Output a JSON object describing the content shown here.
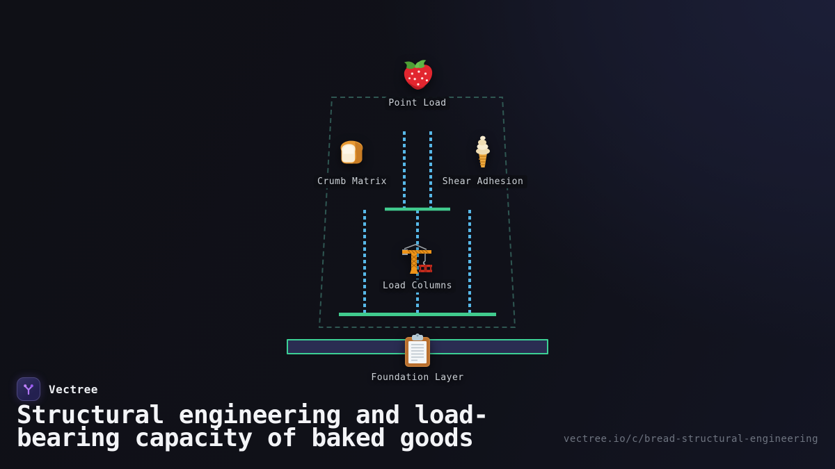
{
  "theme": {
    "background_dark": "#0f1016",
    "background_glow": "#1c1f38",
    "outline_teal": "#2f5752",
    "column_blue": "#57b8e8",
    "beam_green": "#41cb8e",
    "foundation_fill": "#2a2d52",
    "foundation_border": "#3cd095",
    "label_color": "#ced3d9",
    "title_color": "#f3f4f7",
    "url_color": "#6e7480",
    "brand_purple": "#b175f8"
  },
  "diagram": {
    "nodes": [
      {
        "id": "point-load",
        "label": "Point Load",
        "icon": "strawberry-icon"
      },
      {
        "id": "crumb-matrix",
        "label": "Crumb Matrix",
        "icon": "bread-icon"
      },
      {
        "id": "shear-adhesion",
        "label": "Shear Adhesion",
        "icon": "soft-serve-icon"
      },
      {
        "id": "load-columns",
        "label": "Load Columns",
        "icon": "crane-icon"
      },
      {
        "id": "foundation-layer",
        "label": "Foundation Layer",
        "icon": "clipboard-icon"
      }
    ]
  },
  "footer": {
    "brand": "Vectree",
    "title": "Structural engineering and load-bearing capacity of baked goods",
    "url": "vectree.io/c/bread-structural-engineering"
  }
}
